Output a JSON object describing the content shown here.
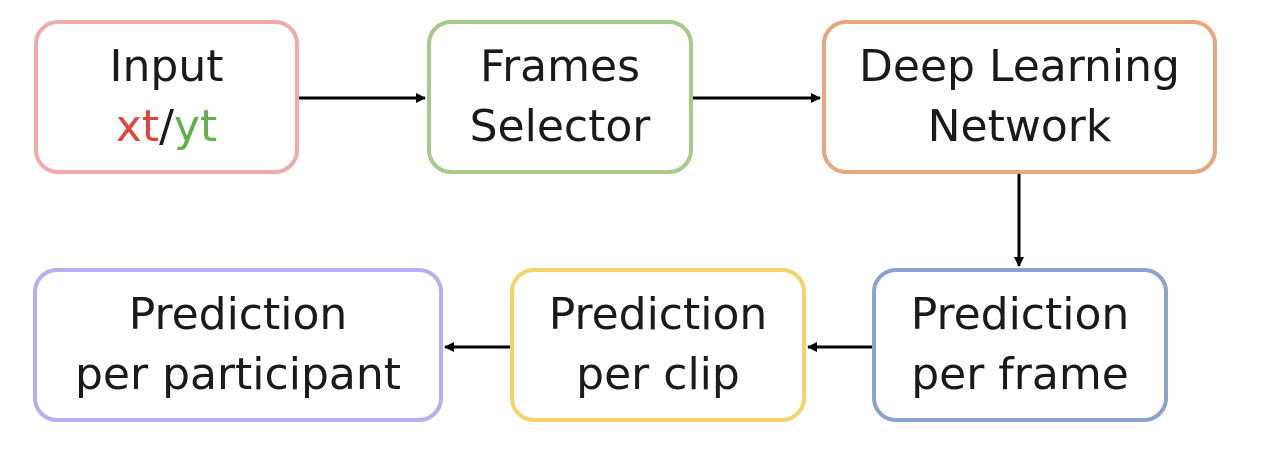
{
  "boxes": {
    "input": {
      "line1": "Input",
      "xt": "xt",
      "slash": "/",
      "yt": "yt",
      "color": "#f0aaaa"
    },
    "frames_selector": {
      "line1": "Frames",
      "line2": "Selector",
      "color": "#a7c98a"
    },
    "deep_learning_network": {
      "line1": "Deep Learning",
      "line2": "Network",
      "color": "#e6a77c"
    },
    "prediction_per_frame": {
      "line1": "Prediction",
      "line2": "per frame",
      "color": "#8ea2cf"
    },
    "prediction_per_clip": {
      "line1": "Prediction",
      "line2": "per clip",
      "color": "#f3d46b"
    },
    "prediction_per_participant": {
      "line1": "Prediction",
      "line2": "per participant",
      "color": "#b4b0f2"
    }
  },
  "colors": {
    "xt": "#e0443c",
    "yt": "#63b04b",
    "arrow": "#000000"
  }
}
